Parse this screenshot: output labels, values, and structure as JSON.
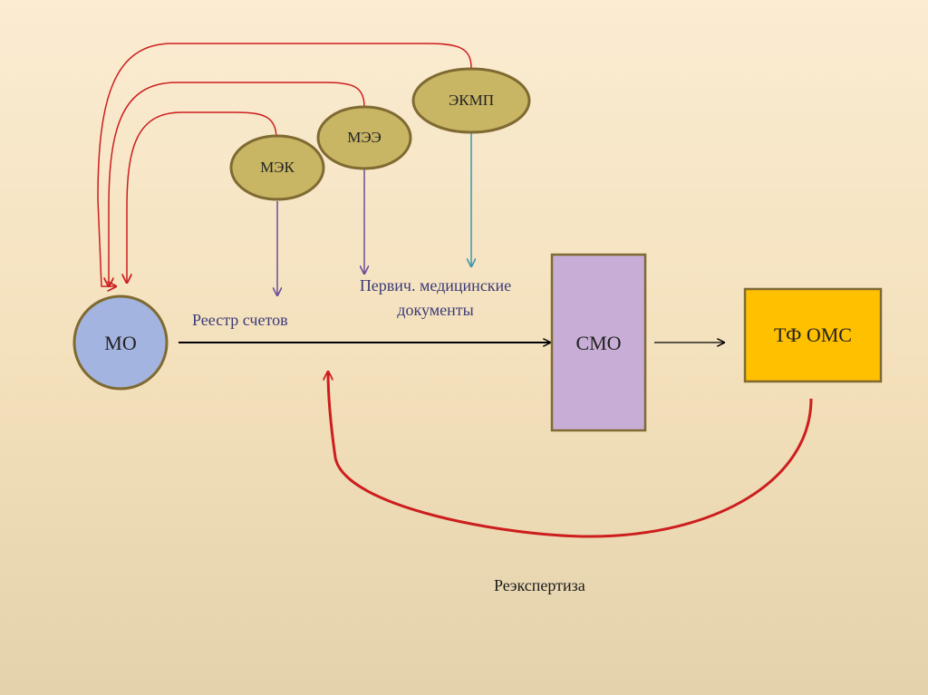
{
  "nodes": {
    "mo": "МО",
    "smo": "СМО",
    "tfoms": "ТФ ОМС",
    "mek": "МЭК",
    "mee": "МЭЭ",
    "ekmp": "ЭКМП"
  },
  "labels": {
    "registry": "Реестр счетов",
    "primary_docs_line1": "Первич. медицинские",
    "primary_docs_line2": "документы",
    "reexpertise": "Реэкспертиза"
  },
  "colors": {
    "mo_fill": "#a4b4e0",
    "expert_fill": "#c8b665",
    "smo_fill": "#c8aed6",
    "tfoms_fill": "#ffc000",
    "feedback_red": "#cc1e1e",
    "mek_mee_arrow": "#6b4c9a",
    "ekmp_arrow": "#3f93ac",
    "main_arrow": "#000000"
  }
}
